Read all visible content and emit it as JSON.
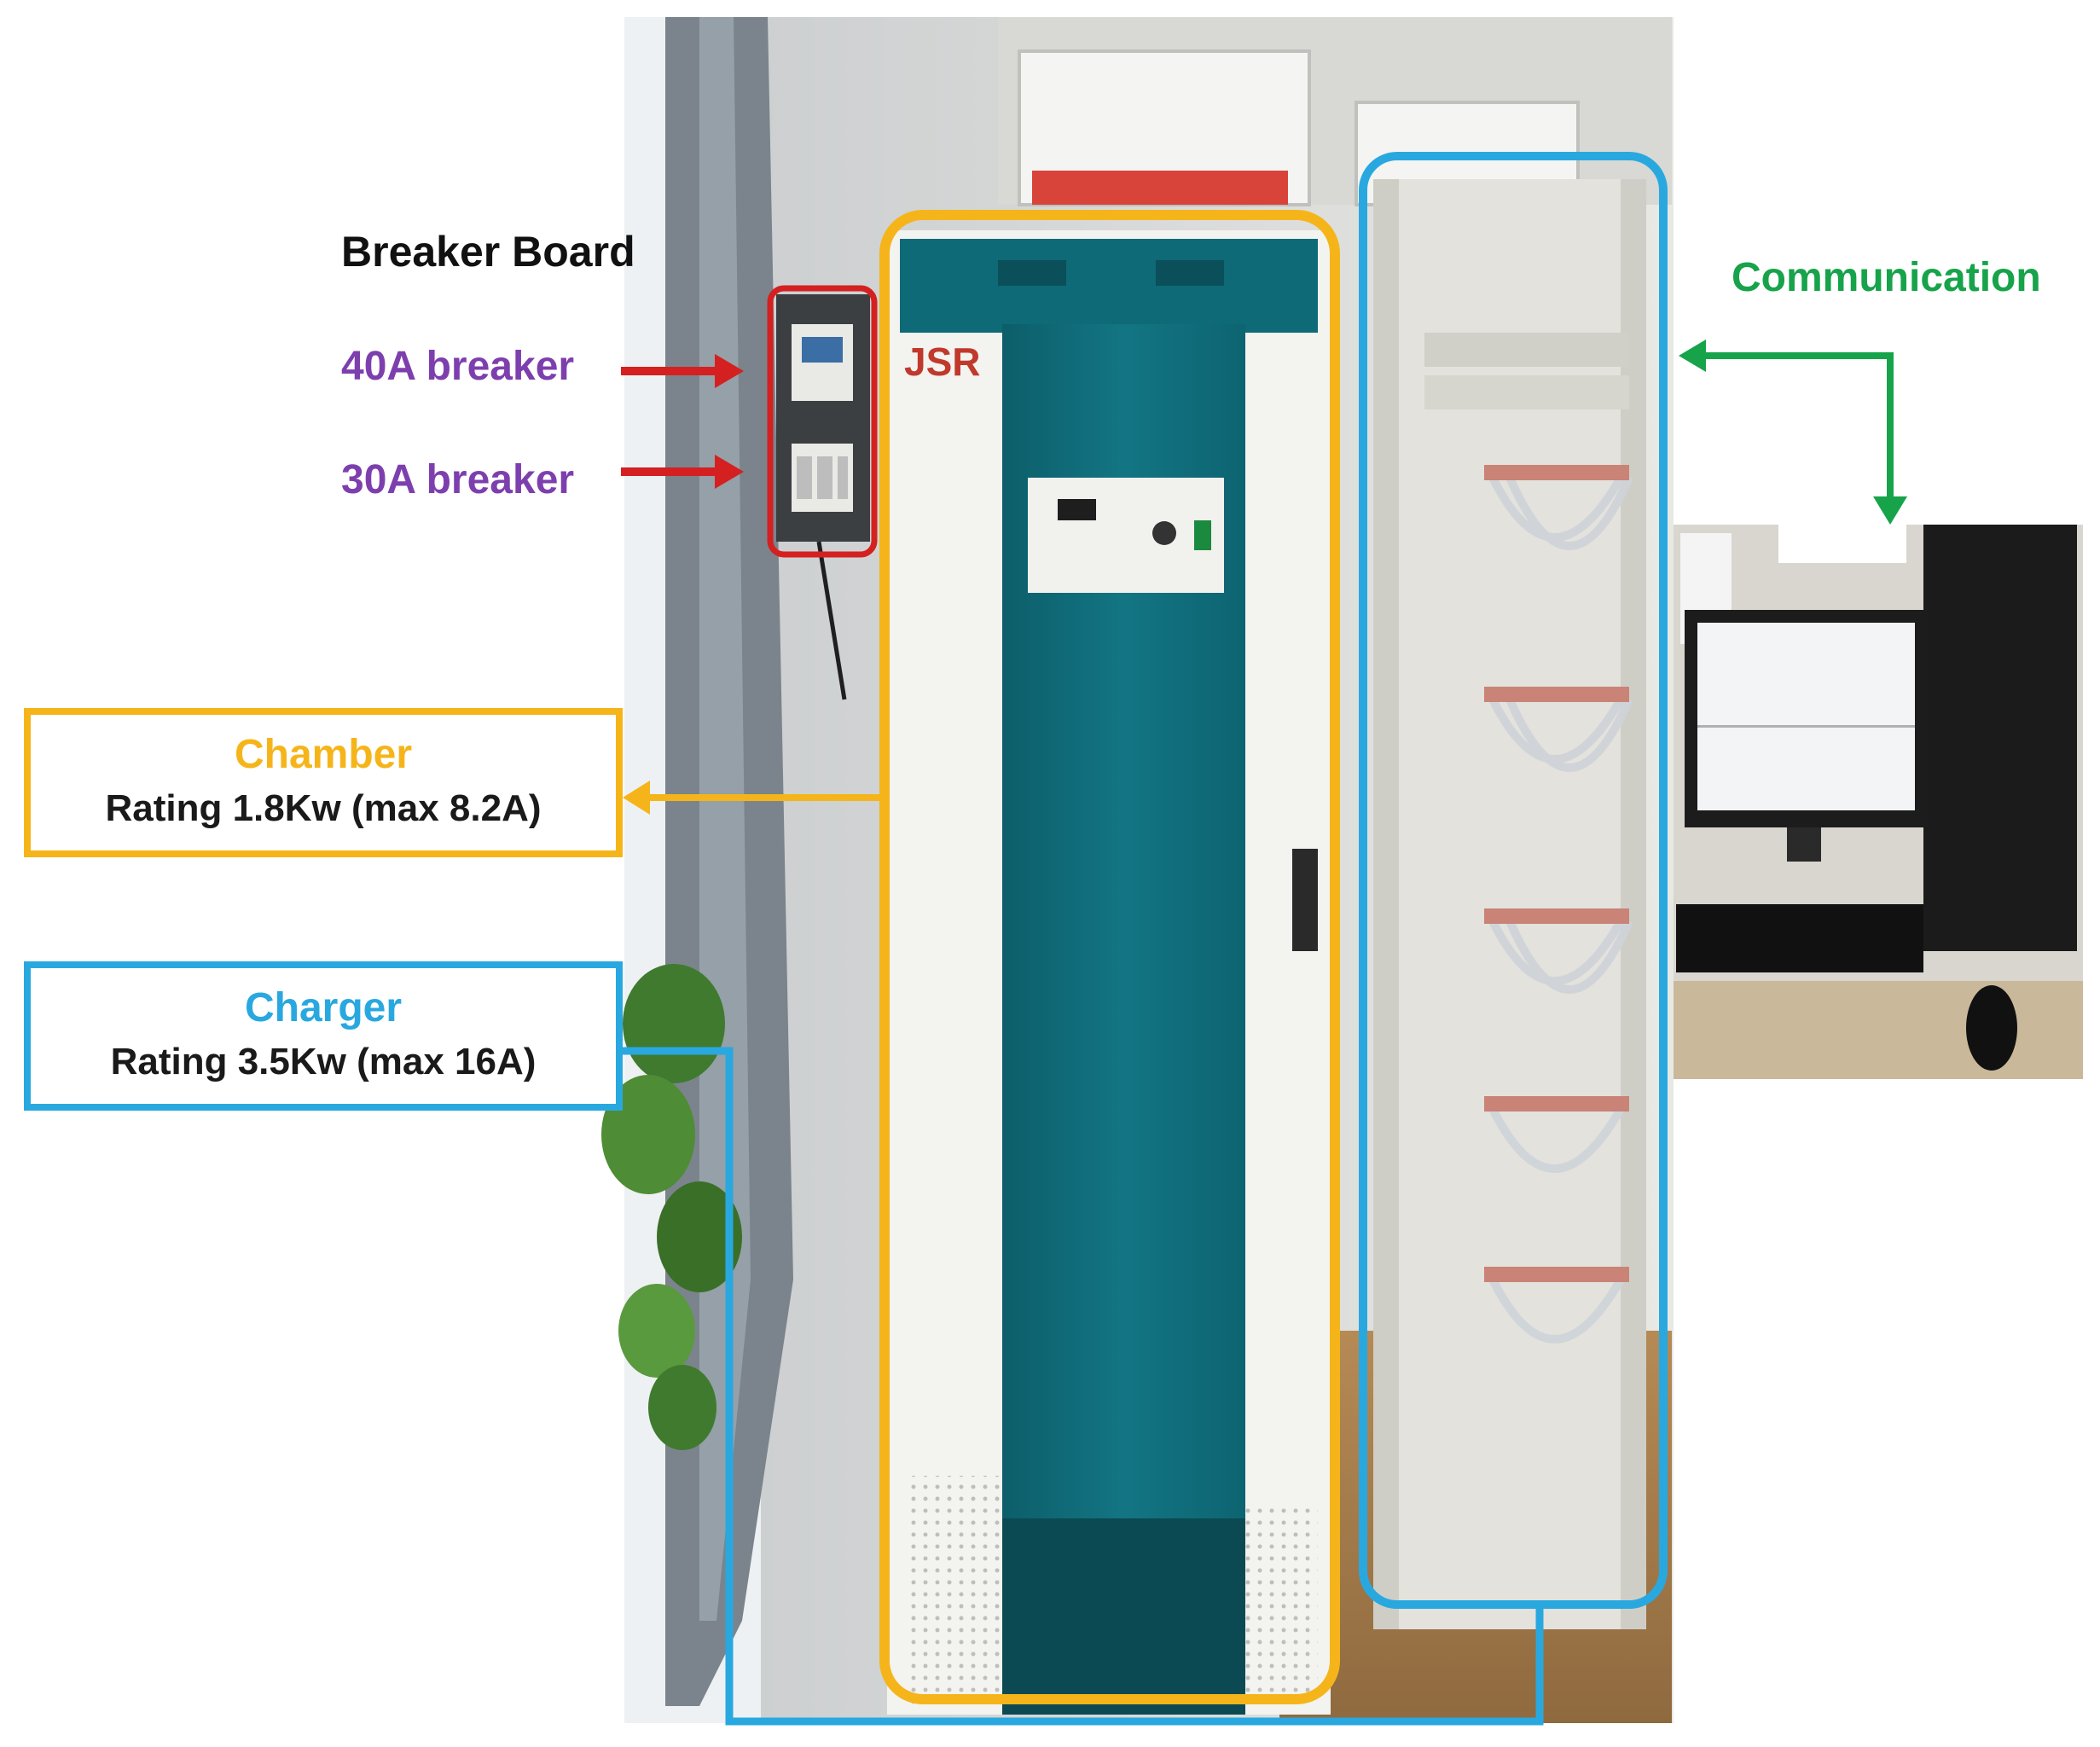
{
  "annotations": {
    "breaker_board": "Breaker Board",
    "breaker_40a": "40A breaker",
    "breaker_30a": "30A breaker",
    "chamber_title": "Chamber",
    "chamber_rating": "Rating 1.8Kw (max 8.2A)",
    "charger_title": "Charger",
    "charger_rating": "Rating 3.5Kw (max 16A)",
    "communication": "Communication"
  },
  "equipment": {
    "chamber_logo": "JSR"
  },
  "colors": {
    "chamber": "#f5b51a",
    "charger": "#29a8e0",
    "breaker_highlight": "#d42020",
    "breaker_text": "#7d3fae",
    "communication": "#16a34a"
  }
}
